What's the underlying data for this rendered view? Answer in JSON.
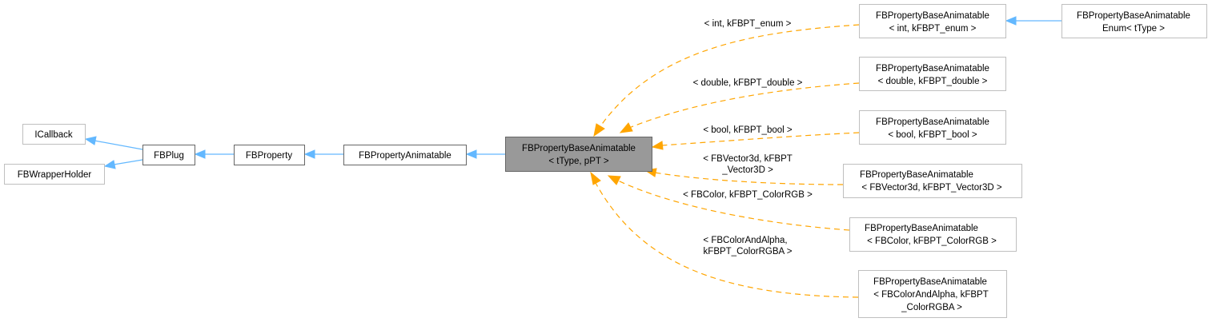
{
  "diagram": {
    "title": "FBPropertyBaseAnimatable inheritance graph",
    "colors": {
      "inheritance_edge": "#63b8ff",
      "template_edge": "#ffa500",
      "focus_node_fill": "#999999",
      "node_border_light": "#bfbfbf",
      "node_border_dark": "#666666"
    },
    "nodes": {
      "icallback": {
        "lines": [
          "ICallback"
        ]
      },
      "fbwrapperholder": {
        "lines": [
          "FBWrapperHolder"
        ]
      },
      "fbplug": {
        "lines": [
          "FBPlug"
        ]
      },
      "fbproperty": {
        "lines": [
          "FBProperty"
        ]
      },
      "fbpropertyanimatable": {
        "lines": [
          "FBPropertyAnimatable"
        ]
      },
      "base": {
        "lines": [
          "FBPropertyBaseAnimatable",
          "< tType, pPT >"
        ]
      },
      "inst_int": {
        "lines": [
          "FBPropertyBaseAnimatable",
          "< int, kFBPT_enum >"
        ]
      },
      "inst_double": {
        "lines": [
          "FBPropertyBaseAnimatable",
          "< double, kFBPT_double >"
        ]
      },
      "inst_bool": {
        "lines": [
          "FBPropertyBaseAnimatable",
          "< bool, kFBPT_bool >"
        ]
      },
      "inst_vector3d": {
        "lines": [
          "FBPropertyBaseAnimatable",
          "< FBVector3d, kFBPT_Vector3D >"
        ]
      },
      "inst_colorrgb": {
        "lines": [
          "FBPropertyBaseAnimatable",
          "< FBColor, kFBPT_ColorRGB >"
        ]
      },
      "inst_colorrgba": {
        "lines": [
          "FBPropertyBaseAnimatable",
          "< FBColorAndAlpha, kFBPT",
          "_ColorRGBA >"
        ]
      },
      "enum": {
        "lines": [
          "FBPropertyBaseAnimatable",
          "Enum< tType >"
        ]
      }
    },
    "edge_labels": {
      "int": [
        "< int, kFBPT_enum >"
      ],
      "double": [
        "< double, kFBPT_double >"
      ],
      "bool": [
        "< bool, kFBPT_bool >"
      ],
      "vector3d": [
        "< FBVector3d, kFBPT",
        "_Vector3D >"
      ],
      "colorrgb": [
        "< FBColor, kFBPT_ColorRGB >"
      ],
      "colorrgba": [
        "< FBColorAndAlpha,",
        "kFBPT_ColorRGBA >"
      ]
    }
  }
}
